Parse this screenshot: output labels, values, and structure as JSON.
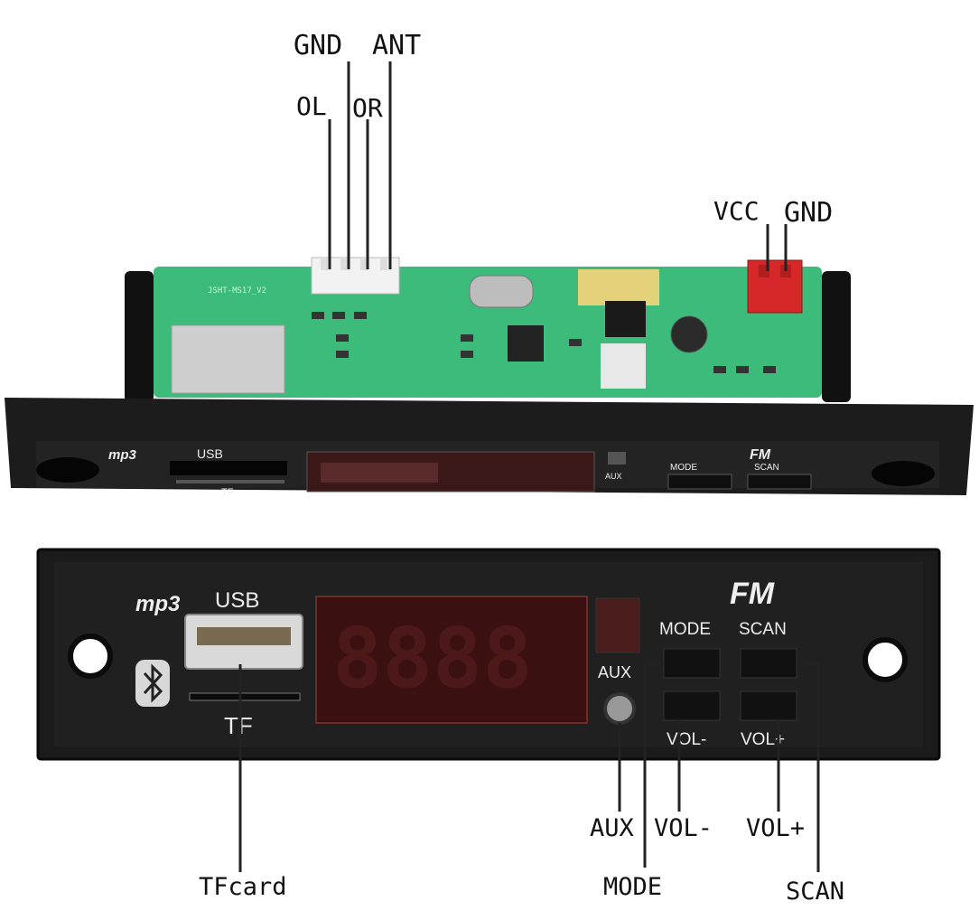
{
  "callouts": {
    "top_connector": {
      "gnd": "GND",
      "ant": "ANT",
      "ol": "OL",
      "or": "OR"
    },
    "power": {
      "vcc": "VCC",
      "gnd": "GND"
    },
    "bottom": {
      "tfcard": "TFcard",
      "aux": "AUX",
      "mode": "MODE",
      "vol_minus": "VOL-",
      "vol_plus": "VOL+",
      "scan": "SCAN"
    }
  },
  "top_panel": {
    "pcb_label": "JSHT-MS17_V2",
    "brand": "mp3",
    "usb": "USB",
    "tf": "TF",
    "aux": "AUX",
    "mode": "MODE",
    "scan": "SCAN",
    "fm": "FM"
  },
  "front_panel": {
    "brand": "mp3",
    "usb": "USB",
    "tf": "TF",
    "aux": "AUX",
    "mode": "MODE",
    "scan": "SCAN",
    "vol_minus": "VOL-",
    "vol_plus": "VOL+",
    "fm": "FM",
    "display": "8888"
  },
  "colors": {
    "pcb": "#3dbb7a",
    "panel": "#1c1c1c",
    "connector_red": "#d62828",
    "display_red": "#3a1010"
  }
}
